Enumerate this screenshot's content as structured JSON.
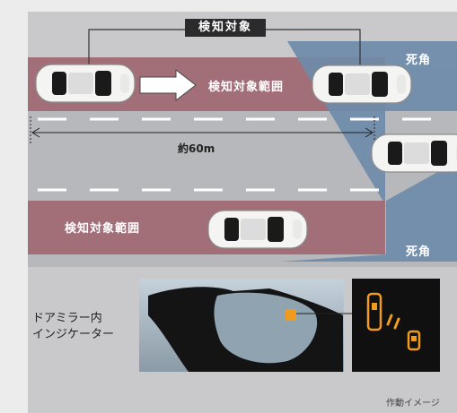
{
  "diagram": {
    "title": "検知対象",
    "detection_area_label": "検知対象範囲",
    "blind_spot_label": "死角",
    "distance_label": "約60m",
    "indicator_caption_line1": "ドアミラー内",
    "indicator_caption_line2": "インジケーター",
    "note": "作動イメージ"
  },
  "colors": {
    "frame_bg": "#c9c9cc",
    "road": "#b4b6b9",
    "detection_area": "#a26f79",
    "blind_spot": "#6e8ba9",
    "indicator_orange": "#f09a1e"
  },
  "icons": [
    "car-icon",
    "arrow-right-icon",
    "mirror-indicator-icon"
  ]
}
